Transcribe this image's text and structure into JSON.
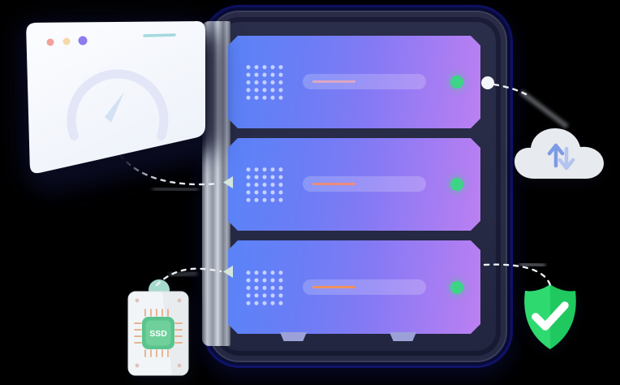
{
  "scene": {
    "background_color": "#000000",
    "browser_window": {
      "traffic_lights": [
        {
          "name": "red",
          "color": "#f2a29b"
        },
        {
          "name": "yellow",
          "color": "#f6d8a9"
        },
        {
          "name": "purple",
          "color": "#8d7bf0"
        }
      ],
      "url_bar_color": "#a3d9de",
      "speedometer": {
        "arc_color": "#e2e6f7",
        "needle_color": "#cfdff3"
      }
    },
    "server_rack": {
      "body_color": "#262a44",
      "glow_color": "#1a1ea8",
      "side_panel_color": "#a6acb8",
      "panel_gradient": [
        "#5a83f8",
        "#bb80f1"
      ],
      "servers": [
        {
          "id": "server-1",
          "led_color": "#3ed487",
          "slot_line_color": "#dca6c4"
        },
        {
          "id": "server-2",
          "led_color": "#3ed487",
          "slot_line_color": "#ee8b78"
        },
        {
          "id": "server-3",
          "led_color": "#3ed487",
          "slot_line_color": "#f0925f"
        }
      ]
    },
    "cloud_sync": {
      "cloud_color": "#f3f7fb",
      "upload_arrow_color": "#7d9ae5",
      "download_arrow_color": "#b3c4f0"
    },
    "security_shield": {
      "left_color": "#2eda70",
      "right_color": "#1fc960",
      "check_color": "#ffffff"
    },
    "ssd_card": {
      "label": "SSD",
      "card_color": "#f2f5f7",
      "notch_color": "#a6dacf",
      "chip_color": "#5ac48c",
      "chip_inner_color": "#6fd09c",
      "pin_color": "#e5ab83",
      "screw_color": "#ddc2bd"
    },
    "connector_color": "#edf0f5",
    "connector_node_color": "#d5e7dd"
  }
}
